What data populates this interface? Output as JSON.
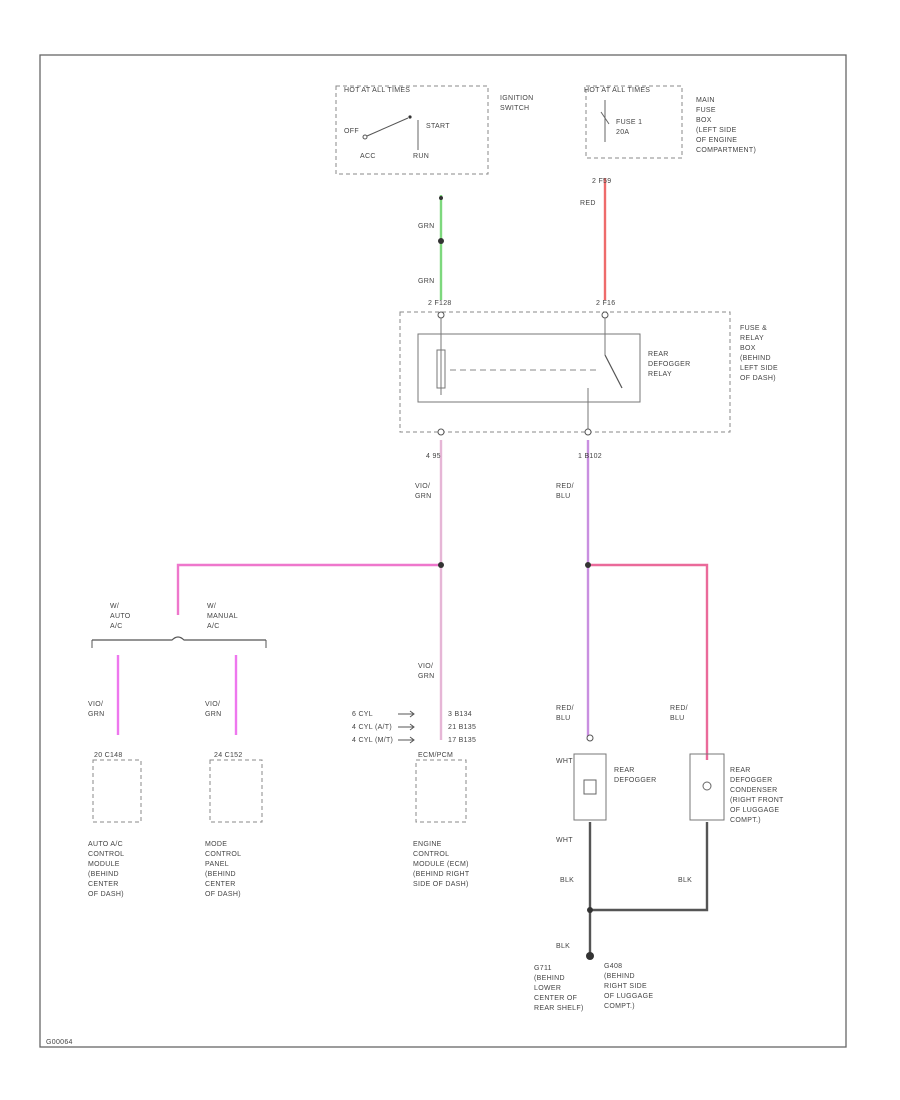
{
  "colors": {
    "grn": "#7dd87d",
    "red": "#ee6b6b",
    "viogrn": "#e6b6d6",
    "redblu": "#c98fe0",
    "pink": "#ee77cc",
    "magenta": "#ee77ee",
    "pinkred": "#ea6a9a",
    "blk": "#555555"
  },
  "ignition": {
    "header": "HOT AT ALL TIMES",
    "label_lines": [
      "IGNITION",
      "SWITCH"
    ],
    "pos_off": "OFF",
    "pos_start": "START",
    "pos_acc": "ACC",
    "pos_run": "RUN"
  },
  "fusebox_main": {
    "header": "HOT AT ALL TIMES",
    "fuse_lines": [
      "FUSE 1",
      "20A"
    ],
    "label_lines": [
      "MAIN",
      "FUSE",
      "BOX",
      "(LEFT SIDE",
      "OF ENGINE",
      "COMPARTMENT)"
    ]
  },
  "wires": {
    "ign_out_1": "GRN",
    "ign_out_2": "GRN",
    "main_out_pin": "2 F59",
    "main_out": "RED",
    "relay_in_left": "2 F128",
    "relay_in_right": "2 F16",
    "relay_out_left_pin": "4 95",
    "relay_out_right_pin": "1 B102",
    "relay_out_left": [
      "VIO/",
      "GRN"
    ],
    "relay_out_right": [
      "RED/",
      "BLU"
    ],
    "auto_ac_wire": [
      "VIO/",
      "GRN"
    ],
    "manual_ac_wire": [
      "VIO/",
      "GRN"
    ],
    "ecm_wire": [
      "VIO/",
      "GRN"
    ],
    "defog_wire": [
      "RED/",
      "BLU"
    ],
    "cond_wire": [
      "RED/",
      "BLU"
    ],
    "defog_out": [
      "WHT"
    ],
    "blk_1": "BLK",
    "blk_2": "BLK",
    "blk_3": "BLK"
  },
  "relay_box": {
    "relay_lines": [
      "REAR",
      "DEFOGGER",
      "RELAY"
    ],
    "label_lines": [
      "FUSE &",
      "RELAY",
      "BOX",
      "(BEHIND",
      "LEFT SIDE",
      "OF DASH)"
    ]
  },
  "ac": {
    "auto_lines": [
      "W/",
      "AUTO",
      "A/C"
    ],
    "manual_lines": [
      "W/",
      "MANUAL",
      "A/C"
    ]
  },
  "ecm_variants": [
    {
      "label": "6 CYL",
      "pin": "3 B134"
    },
    {
      "label": "4 CYL (A/T)",
      "pin": "21 B135"
    },
    {
      "label": "4 CYL (M/T)",
      "pin": "17 B135"
    }
  ],
  "modules": {
    "auto_ac_conn": "20 C148",
    "mode_conn": "24 C152",
    "ecm_conn": "ECM/PCM",
    "auto_ac_lines": [
      "AUTO A/C",
      "CONTROL",
      "MODULE",
      "(BEHIND",
      "CENTER",
      "OF DASH)"
    ],
    "mode_lines": [
      "MODE",
      "CONTROL",
      "PANEL",
      "(BEHIND",
      "CENTER",
      "OF DASH)"
    ],
    "ecm_lines": [
      "ENGINE",
      "CONTROL",
      "MODULE (ECM)",
      "(BEHIND RIGHT",
      "SIDE OF DASH)"
    ]
  },
  "defogger": {
    "defog_lines": [
      "REAR",
      "DEFOGGER"
    ],
    "cond_lines": [
      "REAR",
      "DEFOGGER",
      "CONDENSER",
      "(RIGHT FRONT",
      "OF LUGGAGE",
      "COMPT.)"
    ]
  },
  "grounds": {
    "g1_lines": [
      "G711",
      "(BEHIND",
      "LOWER",
      "CENTER OF",
      "REAR SHELF)"
    ],
    "g2_lines": [
      "G408",
      "(BEHIND",
      "RIGHT SIDE",
      "OF LUGGAGE",
      "COMPT.)"
    ]
  },
  "footer_code": "G00064"
}
